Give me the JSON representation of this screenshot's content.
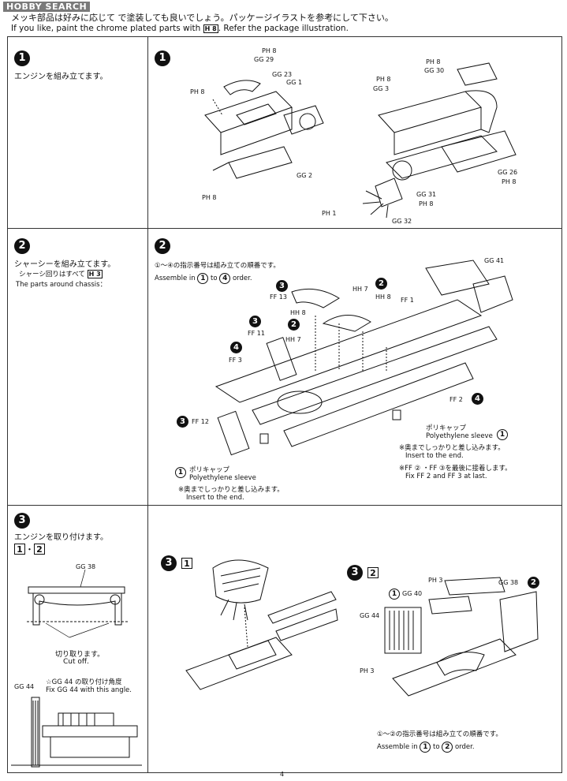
{
  "header": {
    "logo_text": "HOBBY SEARCH",
    "jp_note": "メッキ部品は好みに応じて で塗装しても良いでしょう。パッケージイラストを参考にして下さい。",
    "en_note_before": "If you like, paint the chrome plated parts with ",
    "en_note_after": ". Refer the package illustration.",
    "paint_code": "H 8"
  },
  "left_column": {
    "step1": {
      "number": "1",
      "jp": "エンジンを組み立てます。"
    },
    "step2": {
      "number": "2",
      "jp": "シャーシーを組み立てます。",
      "jp_sub": "シャーシ回りはすべて",
      "paint_code": "H 3",
      "en_sub": "The parts around chassis："
    },
    "step3": {
      "number": "3",
      "jp": "エンジンを取り付けます。",
      "box1": "1",
      "dot": "・",
      "box2": "2",
      "part_gg38": "GG 38",
      "cut_jp": "切り取ります。",
      "cut_en": "Cut off.",
      "part_gg44": "GG 44",
      "angle_jp": "☆GG 44 の取り付け角度",
      "angle_en": "Fix GG 44 with this angle."
    }
  },
  "right_column": {
    "step1": {
      "number": "1",
      "labels": [
        "PH 8",
        "GG 29",
        "GG 23",
        "GG 1",
        "PH 8",
        "GG 2",
        "PH 8",
        "PH 8",
        "GG 30",
        "PH 8",
        "GG 3",
        "GG 26",
        "PH 8",
        "GG 31",
        "PH 8",
        "PH 1",
        "GG 32"
      ]
    },
    "step2": {
      "number": "2",
      "order_jp": "①〜④の指示番号は組み立ての順番です。",
      "order_en_prefix": "Assemble in",
      "order_en_from": "1",
      "order_en_to_word": "to",
      "order_en_to": "4",
      "order_en_suffix": "order.",
      "labels": [
        "GG 41",
        "FF 13",
        "HH 7",
        "HH 8",
        "FF 1",
        "HH 8",
        "FF 11",
        "HH 7",
        "FF 3",
        "FF 12",
        "FF 2"
      ],
      "poly_jp": "ポリキャップ",
      "poly_en": "Polyethylene sleeve",
      "insert_jp": "※奥までしっかりと差し込みます。",
      "insert_en": "Insert to the end.",
      "last_jp": "※FF ② ・FF ③を最後に接着します。",
      "last_en": "Fix FF 2 and FF 3 at last."
    },
    "step3a": {
      "number": "3",
      "box": "1"
    },
    "step3b": {
      "number": "3",
      "box": "2",
      "labels": [
        "PH 3",
        "GG 38",
        "GG 40",
        "GG 44",
        "PH 3"
      ],
      "order_jp": "①〜②の指示番号は組み立ての順番です。",
      "order_en_prefix": "Assemble in",
      "order_en_from": "1",
      "order_en_to_word": "to",
      "order_en_to": "2",
      "order_en_suffix": "order."
    }
  },
  "page_number": "4"
}
